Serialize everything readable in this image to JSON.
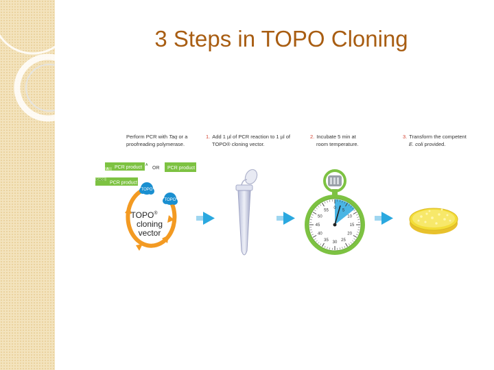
{
  "title": "3 Steps in TOPO Cloning",
  "step0": {
    "line1_pre": "Perform PCR with ",
    "line1_italic": "Taq",
    "line1_post": " or a",
    "line2": "proofreading polymerase."
  },
  "pcr": {
    "product_label": "PCR product",
    "a_overhang": "A",
    "cacc_overhang": "CACC",
    "or_label": "OR"
  },
  "vector": {
    "line1": "TOPO",
    "reg_mark": "®",
    "line2": "cloning",
    "line3": "vector",
    "topo_badge": "TOPO"
  },
  "step1": {
    "number": "1.",
    "line1": "Add 1 µl of PCR reaction to 1 µl of",
    "line2": "TOPO® cloning vector."
  },
  "step2": {
    "number": "2.",
    "line1": "Incubate 5 min at",
    "line2": "room temperature."
  },
  "step3": {
    "number": "3.",
    "line1": "Transform the competent",
    "line2_italic": "E. coli",
    "line2_post": " provided."
  },
  "stopwatch": {
    "dial_labels": [
      "0",
      "5",
      "10",
      "15",
      "20",
      "25",
      "30",
      "35",
      "40",
      "45",
      "50",
      "55"
    ]
  },
  "colors": {
    "title": "#a85d12",
    "green": "#7dc242",
    "orange": "#f39a22",
    "arrow_blue": "#2aa8df",
    "step_number_red": "#d3412f",
    "topo_badge_blue": "#1a8fd0",
    "plate_yellow": "#f3dd38"
  }
}
